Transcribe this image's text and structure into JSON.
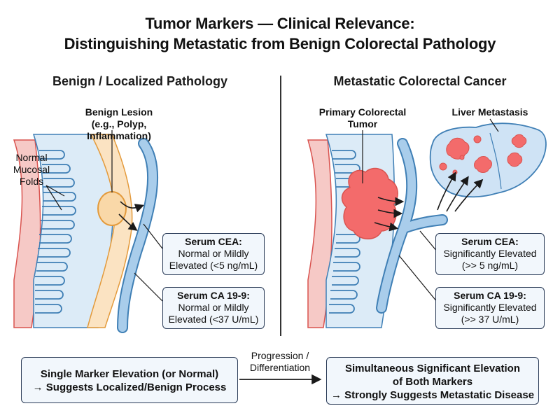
{
  "title": {
    "line1": "Tumor Markers — Clinical Relevance:",
    "line2": "Distinguishing Metastatic from Benign Colorectal Pathology"
  },
  "left": {
    "heading": "Benign / Localized Pathology",
    "lesion_label_1": "Benign Lesion",
    "lesion_label_2": "(e.g., Polyp, Inflammation)",
    "folds_label_1": "Normal",
    "folds_label_2": "Mucosal",
    "folds_label_3": "Folds",
    "cea_box": {
      "title": "Serum CEA:",
      "line1": "Normal or Mildly",
      "line2": "Elevated (<5 ng/mL)"
    },
    "ca_box": {
      "title": "Serum CA 19-9:",
      "line1": "Normal or Mildly",
      "line2": "Elevated (<37 U/mL)"
    }
  },
  "right": {
    "heading": "Metastatic Colorectal Cancer",
    "tumor_label_1": "Primary Colorectal",
    "tumor_label_2": "Tumor",
    "liver_label": "Liver Metastasis",
    "cea_box": {
      "title": "Serum CEA:",
      "line1": "Significantly Elevated",
      "line2": "(>> 5 ng/mL)"
    },
    "ca_box": {
      "title": "Serum CA 19-9:",
      "line1": "Significantly Elevated",
      "line2": "(>> 37 U/mL)"
    }
  },
  "bottom": {
    "left_line1": "Single Marker Elevation (or Normal)",
    "left_line2": "→ Suggests Localized/Benign Process",
    "arrow_line1": "Progression /",
    "arrow_line2": "Differentiation",
    "right_line1": "Simultaneous Significant Elevation",
    "right_line2": "of Both Markers",
    "right_line3": "→ Strongly Suggests Metastatic Disease"
  },
  "colors": {
    "vessel": "#a9cdeb",
    "vessel_stroke": "#3f7fb5",
    "mucosa": "#dcebf7",
    "serosa": "#f6c9c6",
    "serosa_stroke": "#d9534f",
    "benign_lesion": "#f9d8a8",
    "tumor": "#f36b6b",
    "liver": "#cfe3f5",
    "box_border": "#2a3b57"
  }
}
